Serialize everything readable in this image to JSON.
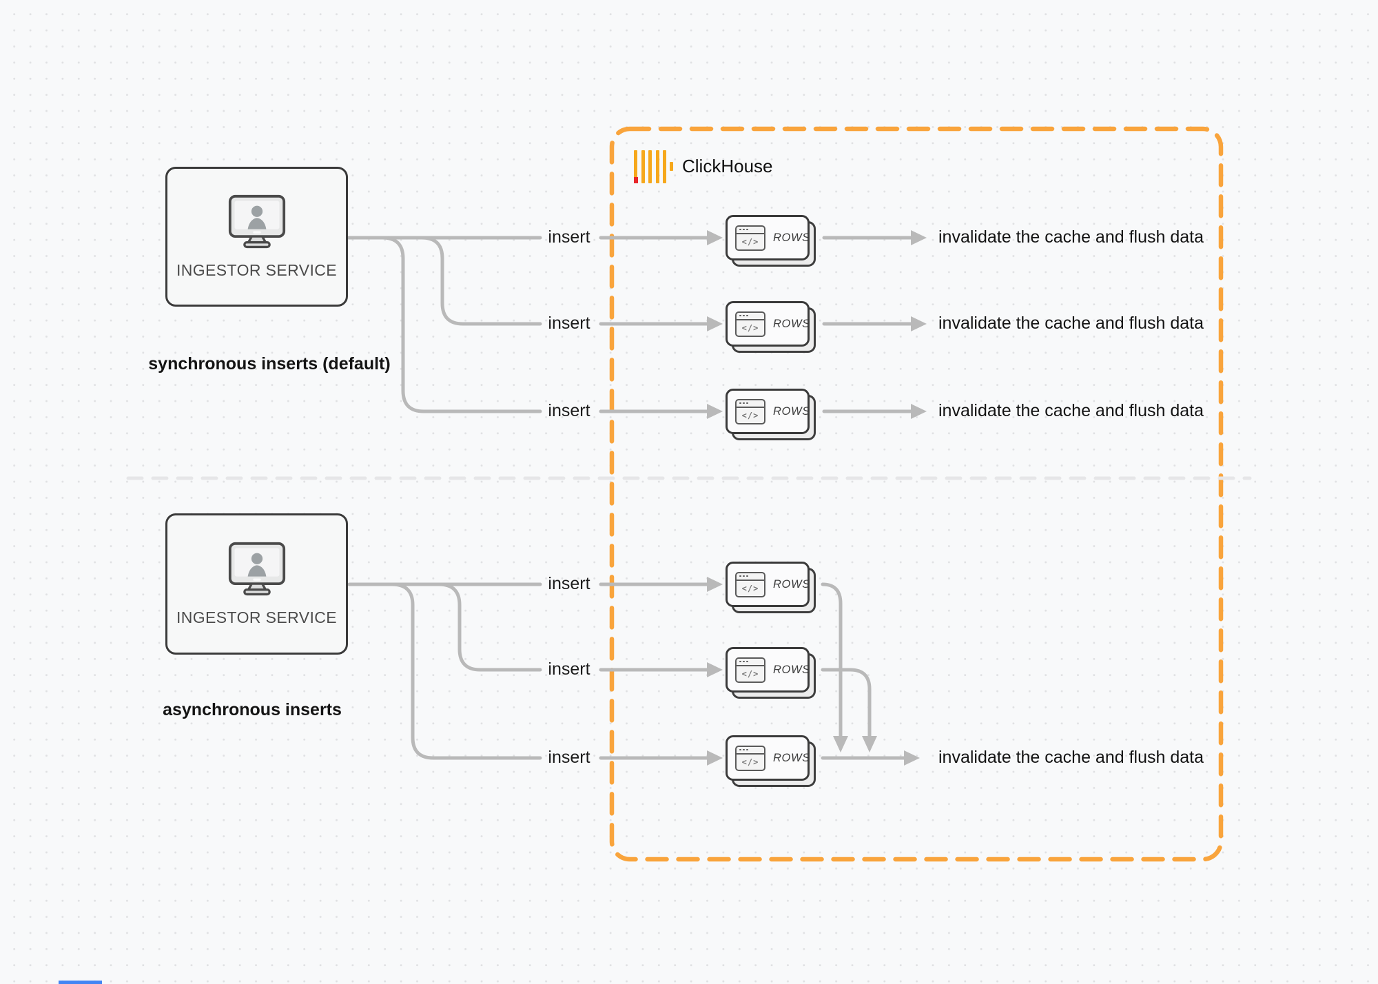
{
  "colors": {
    "background": "#F8F9FA",
    "dot_grid": "#E0E1E3",
    "accent_orange_dashed_border": "#F9A43C",
    "logo_bar_orange": "#F6A81C",
    "logo_red": "#E8262A",
    "connector_gray": "#B9B9B9",
    "divider_gray": "#E6E6E8",
    "node_border_dark": "#3A3A3A",
    "bottom_fragment_blue": "#4285F4"
  },
  "clickhouse_box": {
    "title": "ClickHouse"
  },
  "sync_section": {
    "service": {
      "label": "INGESTOR SERVICE",
      "icon": "monitor-user"
    },
    "caption": "synchronous inserts (default)",
    "flows": [
      {
        "insert_label": "insert",
        "node_label": "ROWS",
        "node_icon": "</>",
        "result_label": "invalidate the cache and flush data"
      },
      {
        "insert_label": "insert",
        "node_label": "ROWS",
        "node_icon": "</>",
        "result_label": "invalidate the cache and flush data"
      },
      {
        "insert_label": "insert",
        "node_label": "ROWS",
        "node_icon": "</>",
        "result_label": "invalidate the cache and flush data"
      }
    ]
  },
  "async_section": {
    "service": {
      "label": "INGESTOR SERVICE",
      "icon": "monitor-user"
    },
    "caption": "asynchronous inserts",
    "flows": [
      {
        "insert_label": "insert",
        "node_label": "ROWS",
        "node_icon": "</>"
      },
      {
        "insert_label": "insert",
        "node_label": "ROWS",
        "node_icon": "</>"
      },
      {
        "insert_label": "insert",
        "node_label": "ROWS",
        "node_icon": "</>"
      }
    ],
    "result_label": "invalidate the cache and flush data"
  }
}
